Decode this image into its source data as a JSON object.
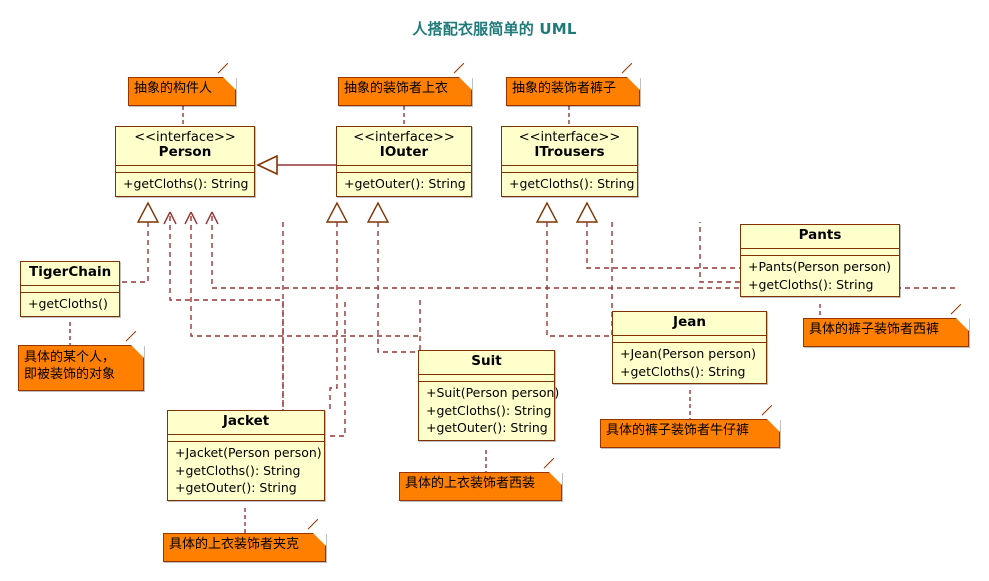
{
  "diagram": {
    "title": "人搭配衣服简单的 UML",
    "title_color": "#1f7a7a",
    "class_fill": "#ffffcc",
    "class_border": "#803300",
    "note_fill": "#ff7f00",
    "note_border": "#993300",
    "line_color": "#993333"
  },
  "classes": {
    "person": {
      "stereotype": "<<interface>>",
      "name": "Person",
      "operations": [
        "+getCloths(): String"
      ]
    },
    "iouter": {
      "stereotype": "<<interface>>",
      "name": "IOuter",
      "operations": [
        "+getOuter(): String"
      ]
    },
    "itrousers": {
      "stereotype": "<<interface>>",
      "name": "ITrousers",
      "operations": [
        "+getCloths(): String"
      ]
    },
    "tigerchain": {
      "stereotype": "",
      "name": "TigerChain",
      "operations": [
        "+getCloths()"
      ]
    },
    "jacket": {
      "stereotype": "",
      "name": "Jacket",
      "operations": [
        "+Jacket(Person person)",
        "+getCloths(): String",
        "+getOuter(): String"
      ]
    },
    "suit": {
      "stereotype": "",
      "name": "Suit",
      "operations": [
        "+Suit(Person person)",
        "+getCloths(): String",
        "+getOuter(): String"
      ]
    },
    "jean": {
      "stereotype": "",
      "name": "Jean",
      "operations": [
        "+Jean(Person person)",
        "+getCloths(): String"
      ]
    },
    "pants": {
      "stereotype": "",
      "name": "Pants",
      "operations": [
        "+Pants(Person person)",
        "+getCloths(): String"
      ]
    }
  },
  "notes": {
    "person_note": {
      "line1": "抽象的构件人",
      "line2": ""
    },
    "iouter_note": {
      "line1": "抽象的装饰者上衣",
      "line2": ""
    },
    "itrousers_note": {
      "line1": "抽象的装饰者裤子",
      "line2": ""
    },
    "tigerchain_note": {
      "line1": "具体的某个人，",
      "line2": "即被装饰的对象"
    },
    "jacket_note": {
      "line1": "具体的上衣装饰者夹克",
      "line2": ""
    },
    "suit_note": {
      "line1": "具体的上衣装饰者西装",
      "line2": ""
    },
    "jean_note": {
      "line1": "具体的裤子装饰者牛仔裤",
      "line2": ""
    },
    "pants_note": {
      "line1": "具体的裤子装饰者西裤",
      "line2": ""
    }
  }
}
